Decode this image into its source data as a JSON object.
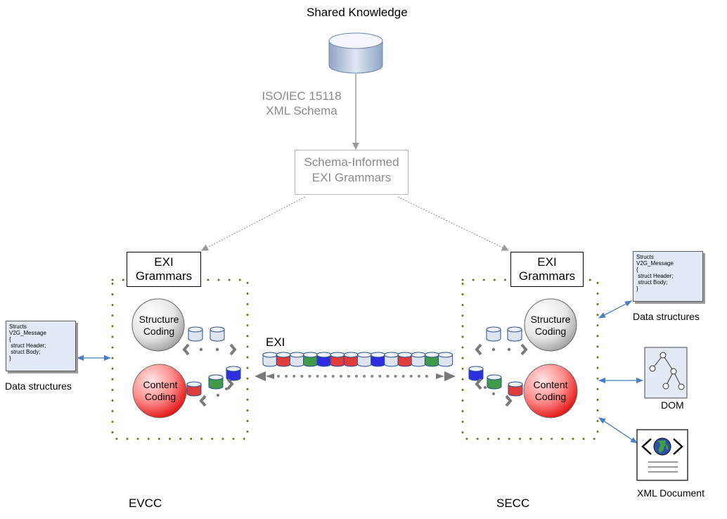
{
  "shared_knowledge": {
    "title": "Shared Knowledge"
  },
  "schema": {
    "line1": "ISO/IEC 15118",
    "line2": "XML Schema"
  },
  "grammars_box": {
    "line1": "Schema-Informed",
    "line2": "EXI Grammars"
  },
  "evcc": {
    "grammars_line1": "EXI",
    "grammars_line2": "Grammars",
    "structure_line1": "Structure",
    "structure_line2": "Coding",
    "content_line1": "Content",
    "content_line2": "Coding",
    "label": "EVCC"
  },
  "secc": {
    "grammars_line1": "EXI",
    "grammars_line2": "Grammars",
    "structure_line1": "Structure",
    "structure_line2": "Coding",
    "content_line1": "Content",
    "content_line2": "Coding",
    "label": "SECC"
  },
  "stream": {
    "label": "EXI"
  },
  "left_data": {
    "card_l1": "Structs",
    "card_l2": "V2G_Message",
    "card_l3": "{",
    "card_l4": " struct Header;",
    "card_l5": " struct Body;",
    "card_l6": "}",
    "caption": "Data structures"
  },
  "right_data": {
    "card_l1": "Structs",
    "card_l2": "V2G_Message",
    "card_l3": "{",
    "card_l4": " struct Header;",
    "card_l5": " struct Body;",
    "card_l6": "}",
    "caption": "Data structures"
  },
  "dom": {
    "caption": "DOM"
  },
  "xml_doc": {
    "caption": "XML Document"
  },
  "colors": {
    "arrow_blue": "#4a7ec4",
    "dotted_border": "#6b7a1a",
    "token_white": "#dde4ee",
    "token_red": "#e03c3c",
    "token_green": "#3f9a4a",
    "token_blue": "#2e2ee0",
    "grey_text": "#8a8a8a"
  }
}
